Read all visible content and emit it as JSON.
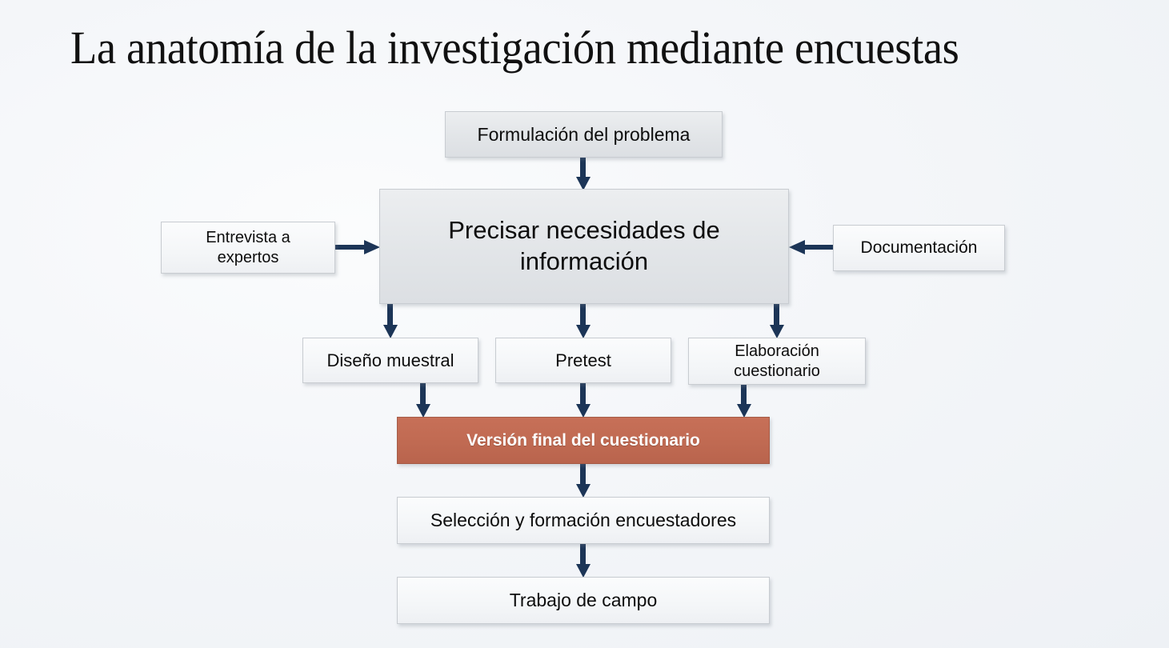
{
  "slide": {
    "title": "La anatomía de la investigación mediante encuestas",
    "background_color": "#f2f5f8",
    "accent_color": "#c06a52",
    "arrow_color": "#1c3557",
    "node_border_color": "#c8ccd1"
  },
  "diagram": {
    "type": "flowchart",
    "nodes": [
      {
        "id": "formulacion",
        "label": "Formulación del problema",
        "style": "grey",
        "row": 1
      },
      {
        "id": "precisar",
        "label": "Precisar necesidades de información",
        "style": "grey",
        "row": 2
      },
      {
        "id": "entrevista",
        "label": "Entrevista a expertos",
        "style": "white",
        "row": 2
      },
      {
        "id": "documentacion",
        "label": "Documentación",
        "style": "white",
        "row": 2
      },
      {
        "id": "diseno",
        "label": "Diseño muestral",
        "style": "white",
        "row": 3
      },
      {
        "id": "pretest",
        "label": "Pretest",
        "style": "white",
        "row": 3
      },
      {
        "id": "elaboracion",
        "label": "Elaboración cuestionario",
        "style": "white",
        "row": 3
      },
      {
        "id": "version",
        "label": "Versión final del cuestionario",
        "style": "accent",
        "row": 4
      },
      {
        "id": "seleccion",
        "label": "Selección y formación encuestadores",
        "style": "white",
        "row": 5
      },
      {
        "id": "trabajo",
        "label": "Trabajo de campo",
        "style": "white",
        "row": 6
      }
    ],
    "edges": [
      {
        "from": "formulacion",
        "to": "precisar",
        "direction": "down"
      },
      {
        "from": "entrevista",
        "to": "precisar",
        "direction": "right"
      },
      {
        "from": "documentacion",
        "to": "precisar",
        "direction": "left"
      },
      {
        "from": "precisar",
        "to": "diseno",
        "direction": "down"
      },
      {
        "from": "precisar",
        "to": "pretest",
        "direction": "down"
      },
      {
        "from": "precisar",
        "to": "elaboracion",
        "direction": "down"
      },
      {
        "from": "diseno",
        "to": "version",
        "direction": "down"
      },
      {
        "from": "pretest",
        "to": "version",
        "direction": "down"
      },
      {
        "from": "elaboracion",
        "to": "version",
        "direction": "down"
      },
      {
        "from": "version",
        "to": "seleccion",
        "direction": "down"
      },
      {
        "from": "seleccion",
        "to": "trabajo",
        "direction": "down"
      }
    ]
  },
  "nodes": {
    "formulacion": {
      "line1": "Formulación del problema"
    },
    "precisar": {
      "line1": "Precisar necesidades de",
      "line2": "información"
    },
    "entrevista": {
      "line1": "Entrevista a",
      "line2": "expertos"
    },
    "documentacion": {
      "line1": "Documentación"
    },
    "diseno": {
      "line1": "Diseño muestral"
    },
    "pretest": {
      "line1": "Pretest"
    },
    "elaboracion": {
      "line1": "Elaboración",
      "line2": "cuestionario"
    },
    "version": {
      "line1": "Versión final del cuestionario"
    },
    "seleccion": {
      "line1": "Selección y formación encuestadores"
    },
    "trabajo": {
      "line1": "Trabajo de campo"
    }
  }
}
